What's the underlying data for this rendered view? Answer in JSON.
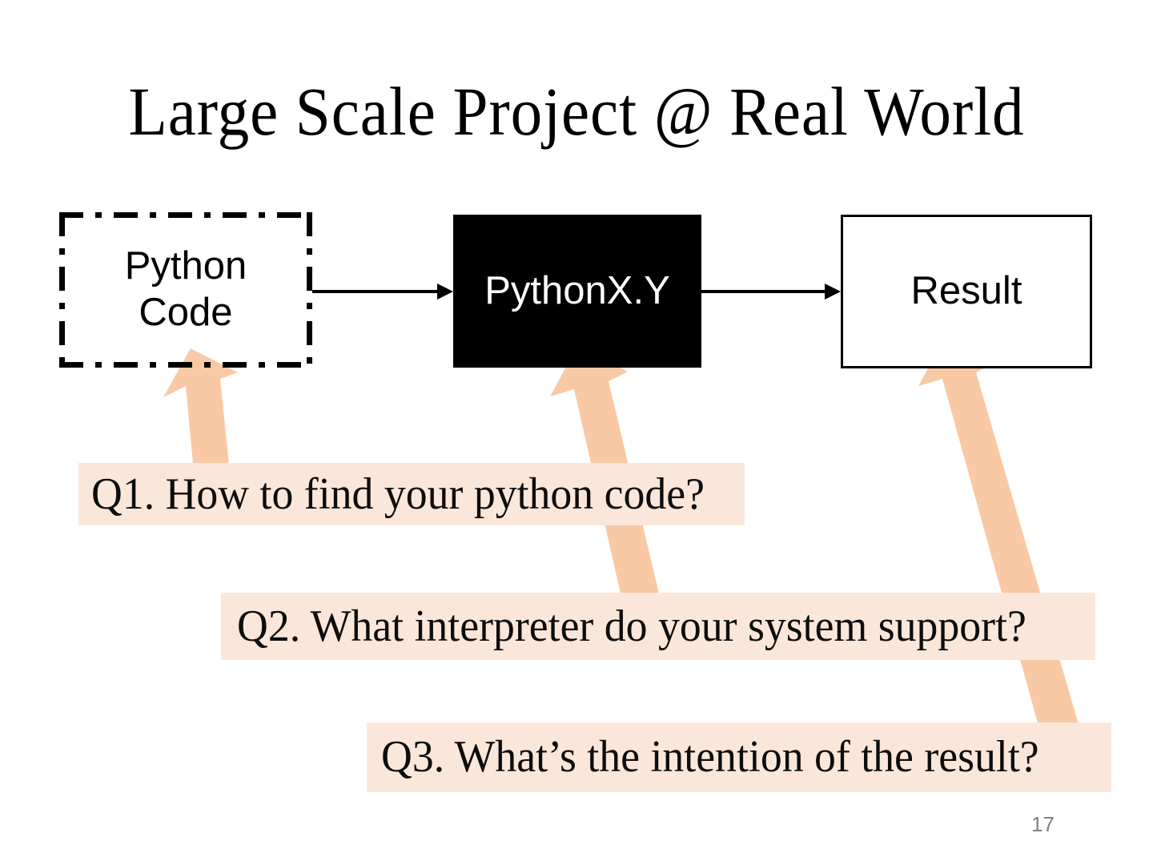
{
  "slide": {
    "title": "Large Scale Project @ Real World",
    "page_number": "17",
    "background_color": "#ffffff"
  },
  "colors": {
    "arrow_fill": "#f8c9a4",
    "callout_background": "#fbe7da",
    "text_dark": "#000000",
    "text_light": "#ffffff",
    "page_number_color": "#808080"
  },
  "flow": {
    "boxes": [
      {
        "id": "python-code",
        "label": "Python\nCode",
        "label_line1": "Python",
        "label_line2": "Code",
        "border_style": "dash-dot",
        "fill": "transparent",
        "text_color": "#000000"
      },
      {
        "id": "pythonxy",
        "label": "PythonX.Y",
        "border_style": "none",
        "fill": "#000000",
        "text_color": "#ffffff"
      },
      {
        "id": "result",
        "label": "Result",
        "border_style": "solid",
        "fill": "#ffffff",
        "text_color": "#000000"
      }
    ],
    "connectors": [
      {
        "id": "code-to-interpreter",
        "from": "python-code",
        "to": "pythonxy",
        "style": "solid-arrow"
      },
      {
        "id": "interpreter-to-result",
        "from": "pythonxy",
        "to": "result",
        "style": "solid-arrow"
      }
    ]
  },
  "callouts": [
    {
      "id": "q1",
      "text": "Q1. How to find your python code?",
      "points_to": "python-code"
    },
    {
      "id": "q2",
      "text": "Q2. What interpreter do your system support?",
      "points_to": "pythonxy"
    },
    {
      "id": "q3",
      "text": "Q3. What’s the intention of the result?",
      "points_to": "result"
    }
  ]
}
